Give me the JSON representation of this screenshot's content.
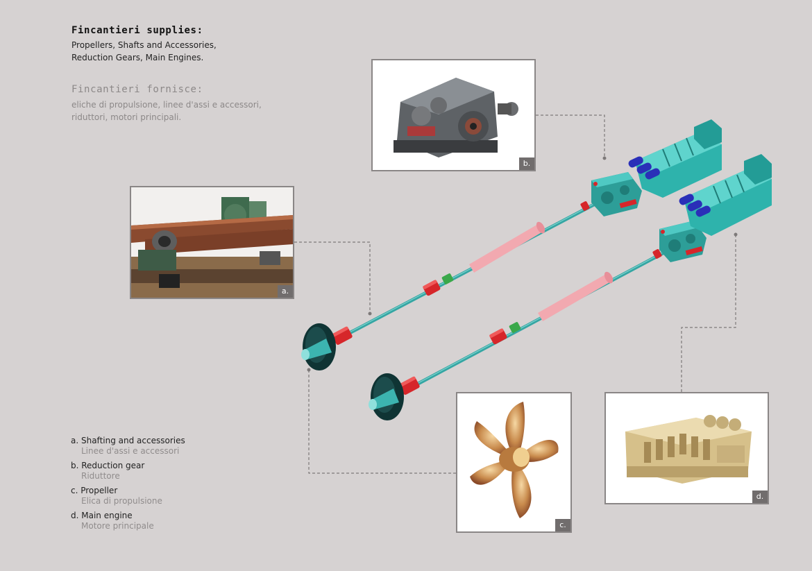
{
  "header": {
    "title_en": "Fincantieri supplies:",
    "subtitle_en_lines": [
      "Propellers, Shafts and Accessories,",
      "Reduction Gears, Main Engines."
    ],
    "title_it": "Fincantieri fornisce:",
    "subtitle_it_lines": [
      "eliche di propulsione, linee d'assi e accessori,",
      "riduttori, motori principali."
    ]
  },
  "photos": {
    "a": {
      "tag": "a.",
      "icon": "shafting-photo-icon"
    },
    "b": {
      "tag": "b.",
      "icon": "reduction-gear-photo-icon"
    },
    "c": {
      "tag": "c.",
      "icon": "propeller-photo-icon"
    },
    "d": {
      "tag": "d.",
      "icon": "main-engine-photo-icon"
    }
  },
  "legend": [
    {
      "en": "a. Shafting and accessories",
      "it": "Linee d'assi e accessori"
    },
    {
      "en": "b. Reduction gear",
      "it": "Riduttore"
    },
    {
      "en": "c. Propeller",
      "it": "Elica di propulsione"
    },
    {
      "en": "d. Main engine",
      "it": "Motore principale"
    }
  ],
  "colors": {
    "background": "#d6d2d2",
    "shaft": "#35a6a3",
    "engine": "#2eb3ac",
    "bearing": "#d6262a",
    "coupling": "#3aa84a",
    "sleeve": "#f2a9b0",
    "propeller_disc": "#0f3434",
    "connector": "#7d7979"
  }
}
